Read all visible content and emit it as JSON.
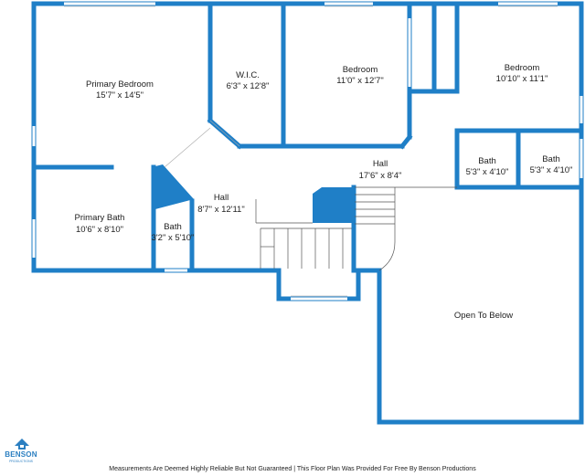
{
  "rooms": [
    {
      "name": "Primary Bedroom",
      "size": "15'7\" x 14'5\""
    },
    {
      "name": "W.I.C.",
      "size": "6'3\" x 12'8\""
    },
    {
      "name": "Bedroom",
      "size": "11'0\" x 12'7\""
    },
    {
      "name": "Bedroom",
      "size": "10'10\" x 11'1\""
    },
    {
      "name": "Hall",
      "size": "17'6\" x 8'4\""
    },
    {
      "name": "Bath",
      "size": "5'3\" x 4'10\""
    },
    {
      "name": "Bath",
      "size": "5'3\" x 4'10\""
    },
    {
      "name": "Primary Bath",
      "size": "10'6\" x 8'10\""
    },
    {
      "name": "Bath",
      "size": "3'2\" x 5'10\""
    },
    {
      "name": "Hall",
      "size": "8'7\" x 12'11\""
    },
    {
      "name": "Open To Below",
      "size": ""
    }
  ],
  "brand": {
    "name": "BENSON",
    "tagline": "PRODUCTIONS"
  },
  "footer": "Measurements Are Deemed Highly Reliable But Not Guaranteed | This Floor Plan Was Provided For Free By Benson Productions",
  "colors": {
    "wall": "#1f7fc7",
    "background": "#ffffff",
    "text": "#222222"
  }
}
